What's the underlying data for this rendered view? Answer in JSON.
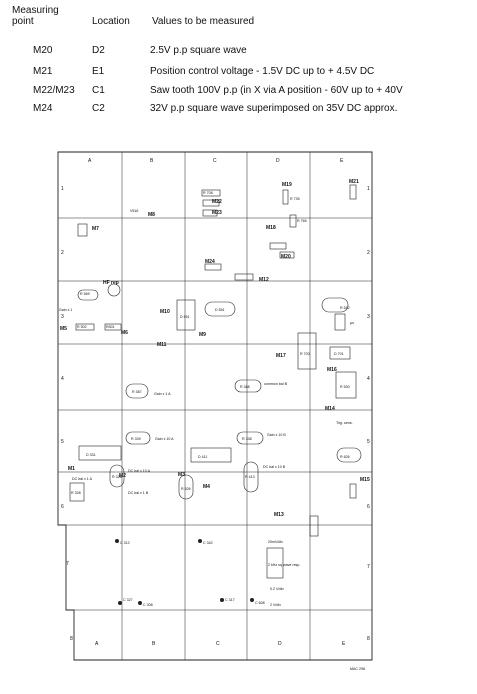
{
  "table": {
    "headers": {
      "point": "Measuring\npoint",
      "location": "Location",
      "values": "Values to be measured"
    },
    "rows": [
      {
        "point": "M20",
        "location": "D2",
        "value": "2.5V p.p square wave"
      },
      {
        "point": "M21",
        "location": "E1",
        "value": "Position control voltage - 1.5V DC up to + 4.5V DC"
      },
      {
        "point": "M22/M23",
        "location": "C1",
        "value": "Saw tooth 100V p.p (in X via A position - 60V up to + 40V"
      },
      {
        "point": "M24",
        "location": "C2",
        "value": "32V p.p square wave superimposed on 35V DC approx."
      }
    ]
  },
  "board": {
    "cols": [
      "A",
      "B",
      "C",
      "D",
      "E"
    ],
    "rows": [
      "1",
      "2",
      "3",
      "4",
      "5",
      "6",
      "7",
      "8"
    ],
    "points": [
      "M1",
      "M2",
      "M3",
      "M4",
      "M5",
      "M6",
      "M7",
      "M8",
      "M9",
      "M10",
      "M11",
      "M12",
      "M13",
      "M14",
      "M15",
      "M16",
      "M17",
      "M18",
      "M19",
      "M20",
      "M21",
      "M22",
      "M23",
      "M24"
    ],
    "components": [
      "R 569",
      "V516",
      "R 708",
      "R706",
      "R 502",
      "R501",
      "D 551",
      "D 551",
      "R 709",
      "R 791",
      "D 701",
      "R 387",
      "R 388",
      "D 331",
      "R 339",
      "R 338",
      "R 328",
      "D 411",
      "R 626",
      "R 526",
      "R 413",
      "R 328",
      "C 312",
      "C 342",
      "C 327",
      "C 308",
      "C 317",
      "C 608",
      "HF rep",
      "R 512",
      "R 735",
      "R 765",
      "R 703",
      "R 530"
    ],
    "notes": [
      "Gain x 1",
      "Gain x 1 A",
      "Gain x 10 A",
      "Gain x 10 B",
      "DC bal x 10 A",
      "DC bal x 1 B",
      "DC bal x 10 B",
      "DC bal x 1 A",
      "common bal B",
      "Trig. sens.",
      "μs",
      "20mV/div",
      "2 kHz sq wave resp.",
      "0.2 V/div",
      "2 V/div"
    ],
    "footer_code": "MAC 298"
  }
}
